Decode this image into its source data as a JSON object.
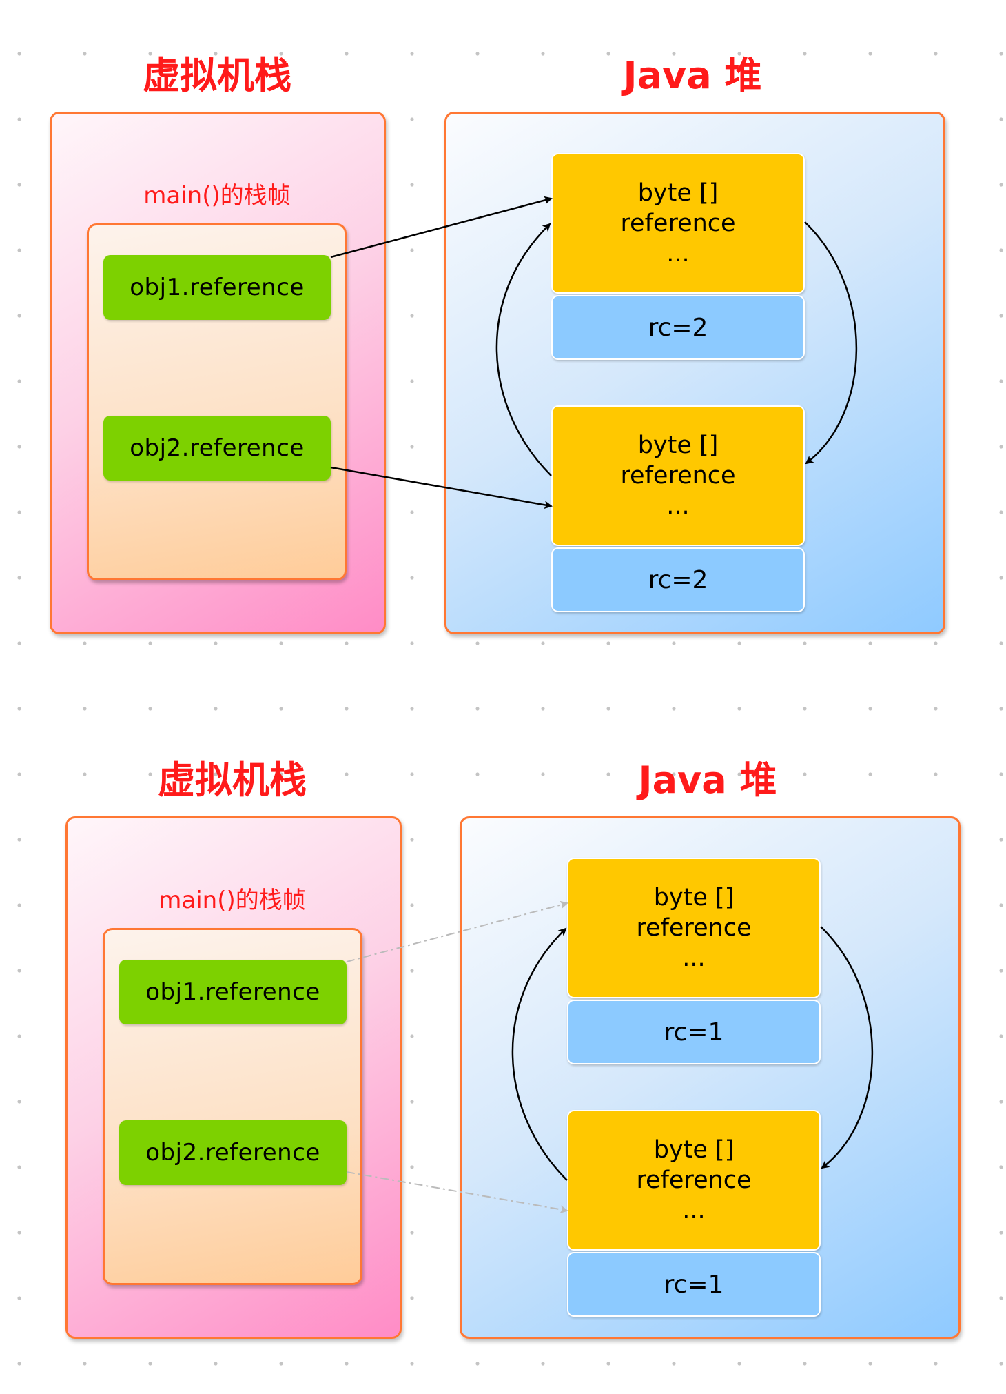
{
  "diagrams": [
    {
      "stack_title": "虚拟机栈",
      "heap_title": "Java 堆",
      "frame_label": "main()的栈帧",
      "refs": [
        "obj1.reference",
        "obj2.reference"
      ],
      "objects": [
        {
          "lines": [
            "byte []",
            "reference",
            "..."
          ],
          "rc": "rc=2"
        },
        {
          "lines": [
            "byte []",
            "reference",
            "..."
          ],
          "rc": "rc=2"
        }
      ],
      "stack_refs_active": true
    },
    {
      "stack_title": "虚拟机栈",
      "heap_title": "Java 堆",
      "frame_label": "main()的栈帧",
      "refs": [
        "obj1.reference",
        "obj2.reference"
      ],
      "objects": [
        {
          "lines": [
            "byte []",
            "reference",
            "..."
          ],
          "rc": "rc=1"
        },
        {
          "lines": [
            "byte []",
            "reference",
            "..."
          ],
          "rc": "rc=1"
        }
      ],
      "stack_refs_active": false
    }
  ],
  "colors": {
    "title": "#ff1a1a",
    "panel_border": "#ff7733",
    "ref_box": "#7dd100",
    "object_box": "#ffc800",
    "rc_box": "#8ccaff",
    "active_arrow": "#000000",
    "inactive_arrow": "#bbbbbb"
  }
}
